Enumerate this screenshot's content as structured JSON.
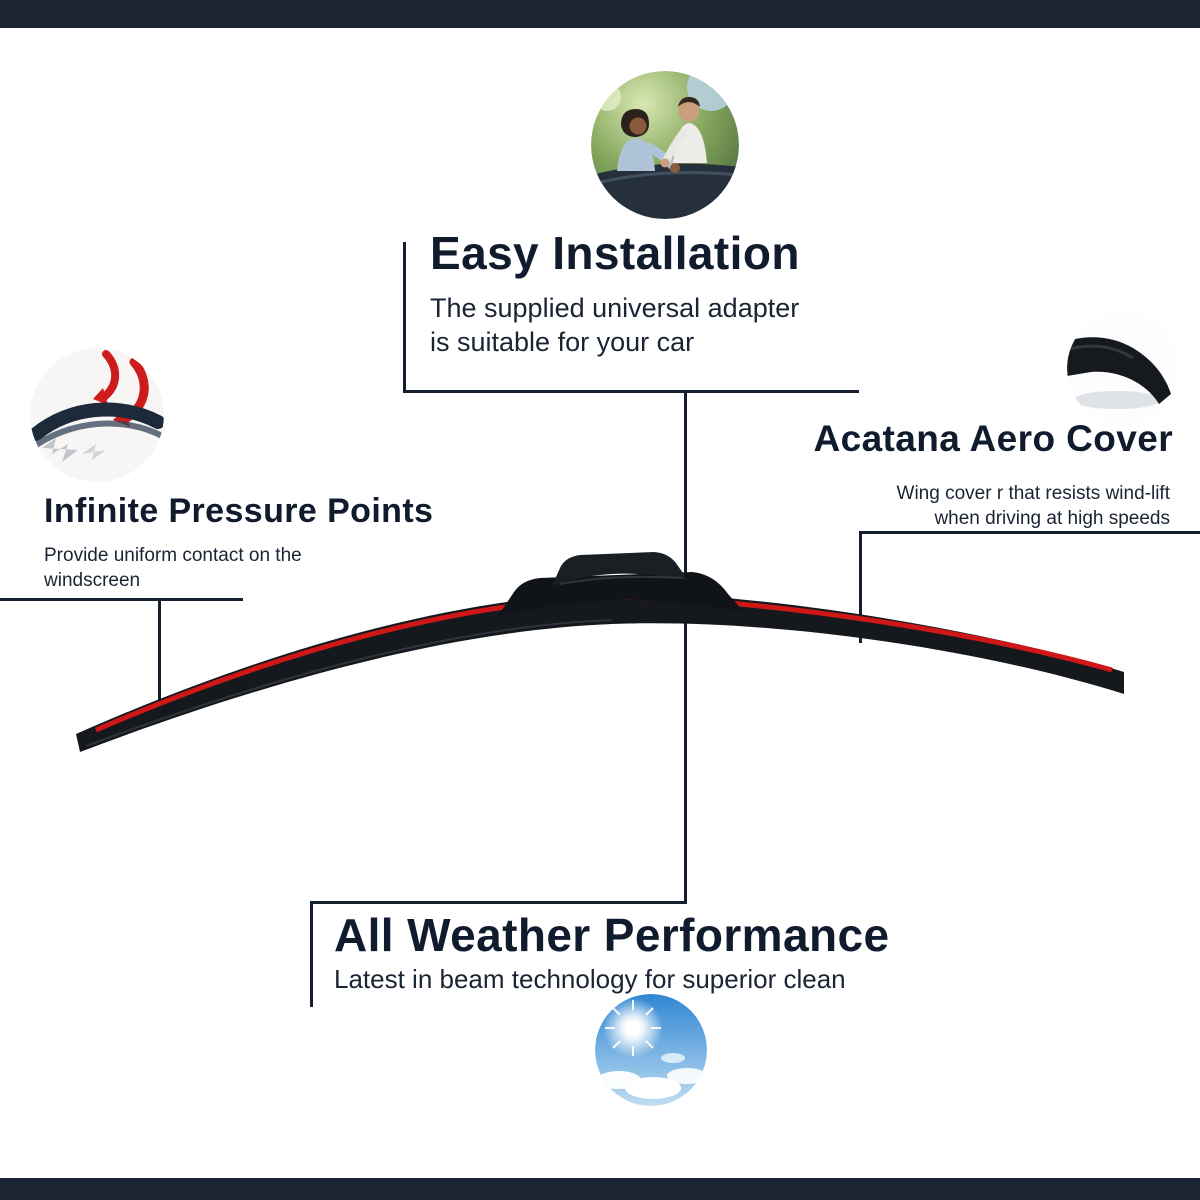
{
  "page": {
    "background": "#ffffff",
    "top_bar_color": "#1b2432",
    "bottom_bar_color": "#1b2432",
    "connector_line_color": "#161f2d",
    "accent_red": "#d01717",
    "title_color": "#101b2d"
  },
  "product": {
    "image_name": "curved-beam-wiper-blade-with-red-stripe"
  },
  "features": {
    "easy_installation": {
      "title": "Easy Installation",
      "description_lines": [
        "The supplied universal adapter",
        "is suitable for your car"
      ],
      "photo_name": "couple-installing-wiper-photo"
    },
    "aero_cover": {
      "title": "Acatana Aero Cover",
      "description_lines": [
        "Wing cover r that resists wind-lift",
        "when driving at high speeds"
      ],
      "photo_name": "aero-cover-closeup-photo"
    },
    "pressure_points": {
      "title": "Infinite Pressure Points",
      "description_lines": [
        "Provide uniform contact on the",
        "windscreen"
      ],
      "photo_name": "pressure-points-red-arrows-illustration"
    },
    "all_weather": {
      "title": "All Weather Performance",
      "description_lines": [
        "Latest in beam technology for superior clean"
      ],
      "photo_name": "sunny-blue-sky-photo"
    }
  }
}
